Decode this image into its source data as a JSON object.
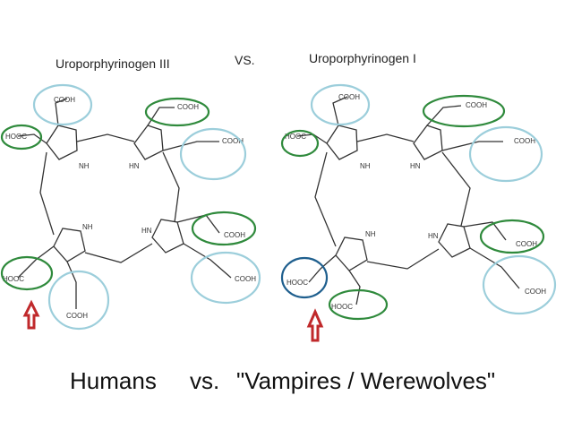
{
  "titles": {
    "left": "Uroporphyrinogen III",
    "vs_top": "VS.",
    "right": "Uroporphyrinogen I"
  },
  "groups": {
    "cooh": "COOH",
    "hooc": "HOOC",
    "nh": "NH",
    "hn": "HN"
  },
  "caption": {
    "humans": "Humans",
    "vs": "vs.",
    "vampires": "\"Vampires / Werewolves\""
  },
  "colors": {
    "acetate_circle": "#2f8a3c",
    "propionate_circle": "#9ccedb",
    "highlight_circle": "#1f5f8e",
    "arrow": "#c0292b"
  }
}
